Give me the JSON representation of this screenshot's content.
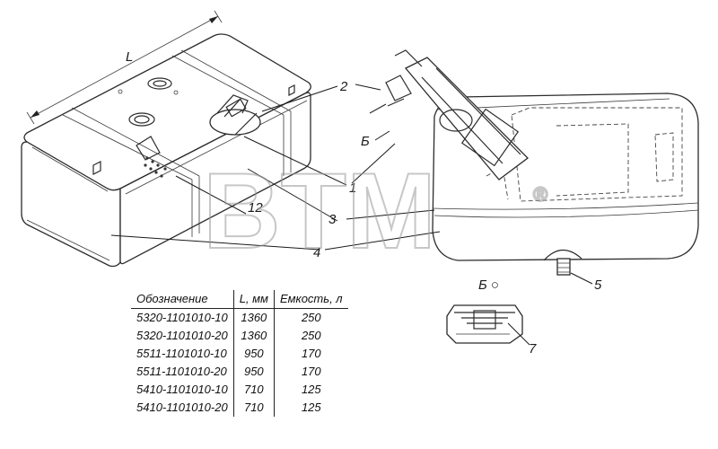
{
  "labels": {
    "dim_L": "L",
    "c1": "1",
    "c2": "2",
    "c3": "3",
    "c4": "4",
    "c5": "5",
    "c7": "7",
    "c12": "12",
    "view_b_arrow": "Б",
    "view_b_title": "Б ○"
  },
  "watermark": {
    "text": "BTM",
    "mark": "®"
  },
  "table": {
    "headers": [
      "Обозначение",
      "L, мм",
      "Емкость, л"
    ],
    "rows": [
      [
        "5320-1101010-10",
        "1360",
        "250"
      ],
      [
        "5320-1101010-20",
        "1360",
        "250"
      ],
      [
        "5511-1101010-10",
        "950",
        "170"
      ],
      [
        "5511-1101010-20",
        "950",
        "170"
      ],
      [
        "5410-1101010-10",
        "710",
        "125"
      ],
      [
        "5410-1101010-20",
        "710",
        "125"
      ]
    ]
  }
}
